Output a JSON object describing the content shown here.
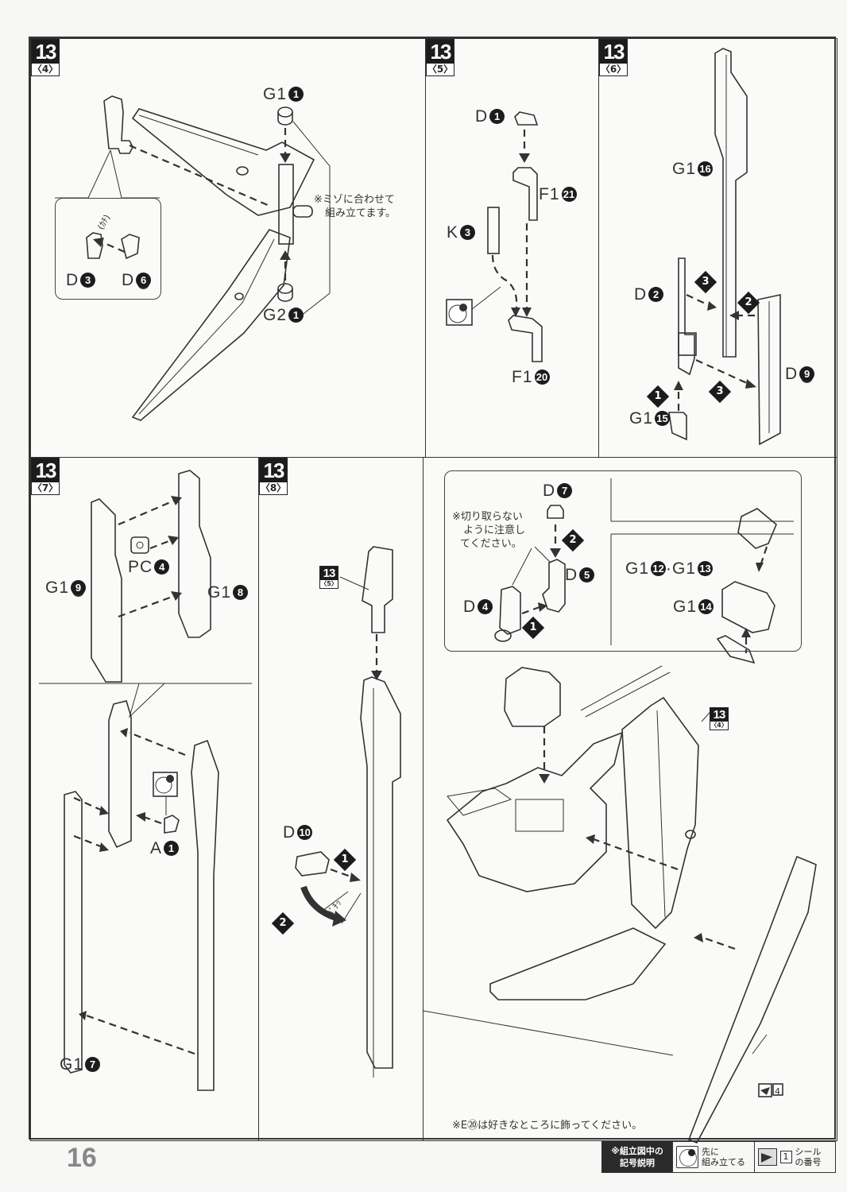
{
  "page": {
    "number": "16",
    "footer_note": "※E⑳は好きなところに飾ってください。"
  },
  "steps": [
    {
      "id": "13-4",
      "step": "13",
      "substep": "〈4〉",
      "parts": [
        "G1",
        "G2",
        "D3",
        "D6"
      ],
      "labels": {
        "g1_1": {
          "part": "G1",
          "num": "1"
        },
        "g2_1": {
          "part": "G2",
          "num": "1"
        },
        "d3": {
          "part": "D",
          "num": "3"
        },
        "d6": {
          "part": "D",
          "num": "6"
        }
      },
      "sound": "(ｶﾁ)",
      "note": "※ミゾに合わせて\n組み立てます。",
      "note_lines": [
        "※ミゾに合わせて",
        "組み立てます。"
      ]
    },
    {
      "id": "13-5",
      "step": "13",
      "substep": "〈5〉",
      "labels": {
        "d1": {
          "part": "D",
          "num": "1"
        },
        "f1_21": {
          "part": "F1",
          "num": "21"
        },
        "k3": {
          "part": "K",
          "num": "3"
        },
        "f1_20": {
          "part": "F1",
          "num": "20"
        }
      }
    },
    {
      "id": "13-6",
      "step": "13",
      "substep": "〈6〉",
      "labels": {
        "g1_16": {
          "part": "G1",
          "num": "16"
        },
        "d2": {
          "part": "D",
          "num": "2"
        },
        "d9": {
          "part": "D",
          "num": "9"
        },
        "g1_15": {
          "part": "G1",
          "num": "15"
        }
      },
      "order_markers": [
        "3",
        "2",
        "1",
        "3"
      ]
    },
    {
      "id": "13-7",
      "step": "13",
      "substep": "〈7〉",
      "labels": {
        "g1_9": {
          "part": "G1",
          "num": "9"
        },
        "pc4": {
          "part": "PC",
          "num": "4"
        },
        "g1_8": {
          "part": "G1",
          "num": "8"
        },
        "a1": {
          "part": "A",
          "num": "1"
        },
        "g1_7": {
          "part": "G1",
          "num": "7"
        }
      }
    },
    {
      "id": "13-8",
      "step": "13",
      "substep": "〈8〉",
      "ref_badge": {
        "step": "13",
        "substep": "〈5〉"
      },
      "labels": {
        "d10": {
          "part": "D",
          "num": "10"
        }
      },
      "sound": "ﾊﾟﾁｯ",
      "order_markers": [
        "1",
        "2"
      ]
    },
    {
      "id": "13-final",
      "labels": {
        "d7": {
          "part": "D",
          "num": "7"
        },
        "d5": {
          "part": "D",
          "num": "5"
        },
        "d4": {
          "part": "D",
          "num": "4"
        },
        "g1_12_13": {
          "part": "G1",
          "num": "12",
          "part2": "G1",
          "num2": "13"
        },
        "g1_14": {
          "part": "G1",
          "num": "14"
        }
      },
      "note_lines": [
        "※切り取らない",
        "ように注意し",
        "てください。"
      ],
      "order_markers": [
        "2",
        "1"
      ],
      "ref_badge": {
        "step": "13",
        "substep": "〈4〉"
      },
      "sticker_number": "4"
    }
  ],
  "legend": {
    "title_lines": [
      "※組立図中の",
      "記号説明"
    ],
    "preassemble_lines": [
      "先に",
      "組み立てる"
    ],
    "sticker_example": "1",
    "sticker_lines": [
      "シール",
      "の番号"
    ]
  },
  "colors": {
    "ink": "#333333",
    "badge": "#1c1c1c",
    "paper": "#fafaf8",
    "page_number": "#888888"
  }
}
